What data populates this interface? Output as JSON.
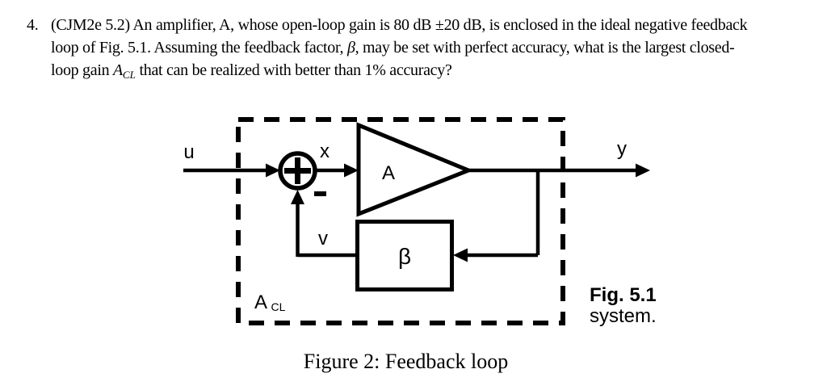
{
  "problem": {
    "number": "4.",
    "line1": "(CJM2e 5.2) An amplifier, A, whose open-loop gain is 80 dB ±20 dB, is enclosed in the ideal negative feedback",
    "line2": {
      "pre": "loop of Fig. 5.1. Assuming the feedback factor, ",
      "beta": "β",
      "post": ", may be set with perfect accuracy, what is the largest closed-"
    },
    "line3": {
      "pre": "loop gain ",
      "gain_symbol": "A",
      "gain_subscript": "CL",
      "post": " that can be realized with better than 1% accuracy?"
    }
  },
  "diagram": {
    "input_label": "u",
    "error_label": "x",
    "output_label": "y",
    "feedback_label": "v",
    "amplifier_label": "A",
    "beta_label": "β",
    "plus_symbol": "+",
    "minus_symbol": "−",
    "closed_loop_gain": {
      "symbol": "A",
      "subscript": "CL"
    },
    "figure_ref": "Fig. 5.1",
    "figure_ref_sub": "system."
  },
  "caption": "Figure 2: Feedback loop",
  "colors": {
    "ink": "#000000",
    "background": "#ffffff"
  }
}
